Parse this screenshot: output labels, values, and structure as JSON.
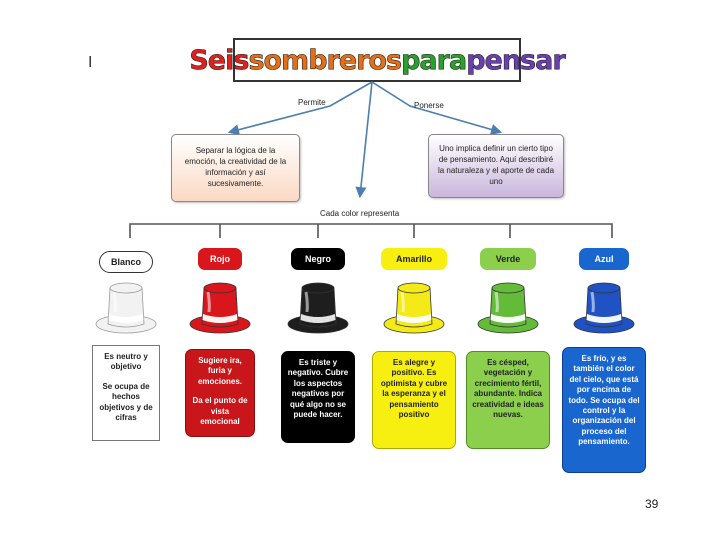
{
  "stray_mark": "I",
  "title": {
    "words": [
      {
        "text": "Seis ",
        "color": "#e0201c"
      },
      {
        "text": "sombreros ",
        "color": "#e56f17"
      },
      {
        "text": "para ",
        "color": "#2ca02c"
      },
      {
        "text": "pensar",
        "color": "#6a3fb0"
      }
    ]
  },
  "connectors": {
    "permite": "Permite",
    "ponerse": "Ponerse",
    "cada_color": "Cada color representa"
  },
  "description_left": "Separar la lógica de la emoción, la creatividad de la información y así sucesivamente.",
  "description_right": "Uno implica definir un cierto tipo de pensamiento. Aquí describiré la naturaleza y el aporte de cada uno",
  "hats": [
    {
      "label": "Blanco",
      "color": "#f2f2f2",
      "label_bg": "#ffffff",
      "label_fg": "#222222",
      "box_bg": "#ffffff",
      "box_fg": "#222222",
      "box_border": "#777777",
      "text": [
        "Es neutro y objetivo",
        "Se ocupa de hechos objetivos y de cifras"
      ]
    },
    {
      "label": "Rojo",
      "color": "#d8161b",
      "label_bg": "#d8161b",
      "label_fg": "#ffffff",
      "box_bg": "#c8161a",
      "box_fg": "#ffffff",
      "box_border": "#8a0e10",
      "text": [
        "Sugiere ira, furia y emociones.",
        "Da el punto de vista emocional"
      ]
    },
    {
      "label": "Negro",
      "color": "#1e1e1e",
      "label_bg": "#000000",
      "label_fg": "#ffffff",
      "box_bg": "#000000",
      "box_fg": "#ffffff",
      "box_border": "#000000",
      "text": [
        "Es triste y negativo. Cubre los aspectos negativos por qué algo no se puede hacer."
      ]
    },
    {
      "label": "Amarillo",
      "color": "#f4ea17",
      "label_bg": "#f7ef10",
      "label_fg": "#222222",
      "box_bg": "#f7ef10",
      "box_fg": "#222222",
      "box_border": "#b0a800",
      "text": [
        "Es alegre y positivo. Es optimista y cubre la esperanza y el pensamiento positivo"
      ]
    },
    {
      "label": "Verde",
      "color": "#63bb3a",
      "label_bg": "#8ccf4d",
      "label_fg": "#222222",
      "box_bg": "#8ccf4d",
      "box_fg": "#222222",
      "box_border": "#4f8f25",
      "text": [
        "Es césped, vegetación y crecimiento fértil, abundante. Indica creatividad e ideas nuevas."
      ]
    },
    {
      "label": "Azul",
      "color": "#1f53c4",
      "label_bg": "#1a66cf",
      "label_fg": "#ffffff",
      "box_bg": "#1a66cf",
      "box_fg": "#ffffff",
      "box_border": "#0d3f8a",
      "text": [
        "Es frío, y es también el color del cielo, que está por encima de todo. Se ocupa del control y la organización del proceso del pensamiento."
      ]
    }
  ],
  "page_number": "39"
}
